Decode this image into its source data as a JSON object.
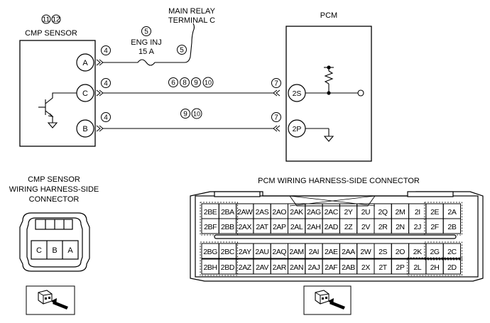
{
  "schematic": {
    "cmp_title": "CMP SENSOR",
    "cmp_refs": [
      "11",
      "12"
    ],
    "relay_line1": "MAIN RELAY",
    "relay_line2": "TERMINAL C",
    "pcm_title": "PCM",
    "fuse_line1": "ENG INJ",
    "fuse_line2": "15 A",
    "pin_a": "A",
    "pin_b": "B",
    "pin_c": "C",
    "pin_2s": "2S",
    "pin_2p": "2P",
    "ref_5": "5",
    "ref_4": "4",
    "ref_7": "7",
    "wire_c_refs": [
      "6",
      "8",
      "9",
      "10"
    ],
    "wire_b_refs": [
      "9",
      "10"
    ]
  },
  "cmp_connector": {
    "title_line1": "CMP SENSOR",
    "title_line2": "WIRING HARNESS-SIDE",
    "title_line3": "CONNECTOR",
    "cells": [
      "C",
      "B",
      "A"
    ]
  },
  "pcm_connector": {
    "title": "PCM WIRING HARNESS-SIDE CONNECTOR",
    "row1": [
      "2BE",
      "2BA",
      "2AW",
      "2AS",
      "2AO",
      "2AK",
      "2AG",
      "2AC",
      "2Y",
      "2U",
      "2Q",
      "2M",
      "2I",
      "2E",
      "2A"
    ],
    "row2": [
      "2BF",
      "2BB",
      "2AX",
      "2AT",
      "2AP",
      "2AL",
      "2AH",
      "2AD",
      "2Z",
      "2V",
      "2R",
      "2N",
      "2J",
      "2F",
      "2B"
    ],
    "row3": [
      "2BG",
      "2BC",
      "2AY",
      "2AU",
      "2AQ",
      "2AM",
      "2AI",
      "2AE",
      "2AA",
      "2W",
      "2S",
      "2O",
      "2K",
      "2G",
      "2C"
    ],
    "row4": [
      "2BH",
      "2BD",
      "2AZ",
      "2AV",
      "2AR",
      "2AN",
      "2AJ",
      "2AF",
      "2AB",
      "2X",
      "2T",
      "2P",
      "2L",
      "2H",
      "2D"
    ]
  }
}
